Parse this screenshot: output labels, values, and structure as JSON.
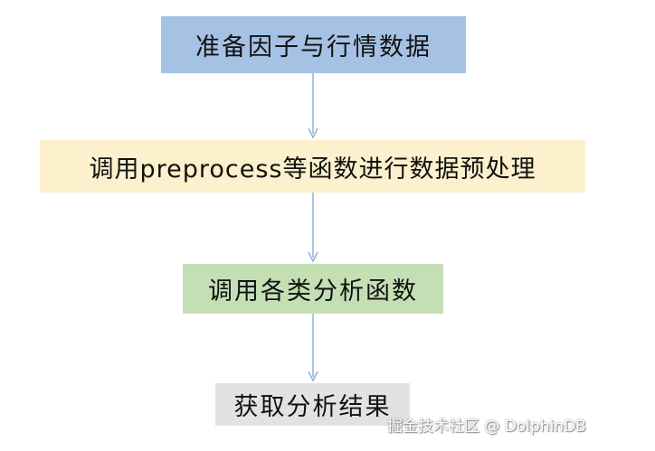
{
  "steps": [
    {
      "label": "准备因子与行情数据",
      "color": "#a5c2e4"
    },
    {
      "label": "调用preprocess等函数进行数据预处理",
      "color": "#fdf0cc"
    },
    {
      "label": "调用各类分析函数",
      "color": "#c5dfb5"
    },
    {
      "label": "获取分析结果",
      "color": "#e2e2e2"
    }
  ],
  "arrow_color": "#7ea6d3",
  "watermark": "掘金技术社区 @ DolphinDB"
}
